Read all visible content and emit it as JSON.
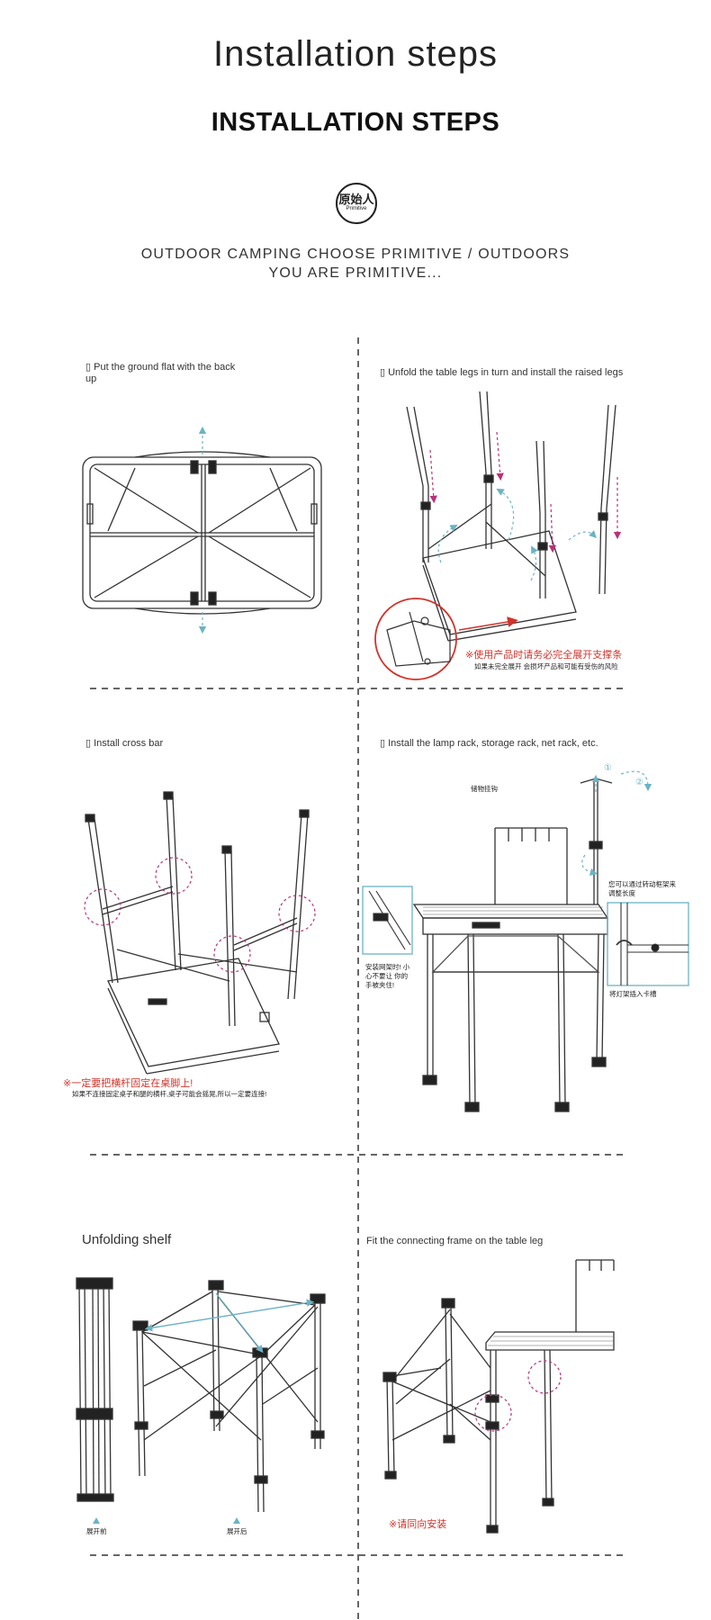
{
  "header": {
    "title": "Installation steps",
    "subtitle": "INSTALLATION STEPS",
    "logo_cn": "原始人",
    "logo_en": "Primitive",
    "slogan": "OUTDOOR CAMPING CHOOSE PRIMITIVE / OUTDOORS YOU ARE PRIMITIVE..."
  },
  "steps": {
    "s1": {
      "label": "Put the ground flat with the back up"
    },
    "s2": {
      "label": "Unfold the table legs in turn and install the raised legs",
      "warning_red": "※使用产品时请务必完全展开支撑条",
      "warning_black": "如果未完全展开 会损坏产品和可能有受伤的风险"
    },
    "s3": {
      "label": "Install cross bar",
      "warning_red": "※一定要把横杆固定在桌脚上!",
      "warning_black": "如果不连接固定桌子和腿的横杆,桌子可能会摇晃,所以一定要连接!"
    },
    "s4": {
      "label": "Install the lamp rack, storage rack, net rack, etc.",
      "storage_hook": "储物挂钩",
      "adjust_note": "您可以通过转动框架来调整长度",
      "insert_note": "将灯架插入卡槽",
      "caution_note": "安装网架时! 小心不要让 你的手被夹住!",
      "circle_1": "①",
      "circle_2": "②"
    },
    "s5": {
      "label": "Unfolding shelf",
      "before": "展开前",
      "after": "展开后"
    },
    "s6": {
      "label": "Fit the connecting frame on the table leg",
      "note_red": "※请同向安装"
    }
  },
  "colors": {
    "accent_red": "#d0342c",
    "arrow_teal": "#6bb3c4",
    "arrow_magenta": "#b8327a",
    "line": "#333333"
  }
}
